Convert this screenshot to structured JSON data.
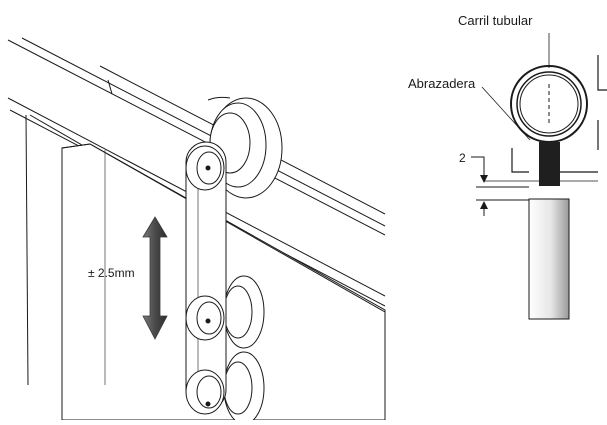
{
  "labels": {
    "carril": "Carril tubular",
    "abrazadera": "Abrazadera",
    "gap": "2",
    "adjust": "± 2.5mm"
  },
  "colors": {
    "line": "#1a1a1a",
    "arrow": "#4a4a4a",
    "clamp_block": "#1f1f1f"
  },
  "icons": {
    "adjust_arrow": "double-arrow-vertical-icon",
    "gap_arrows": "dimension-arrows-icon"
  }
}
